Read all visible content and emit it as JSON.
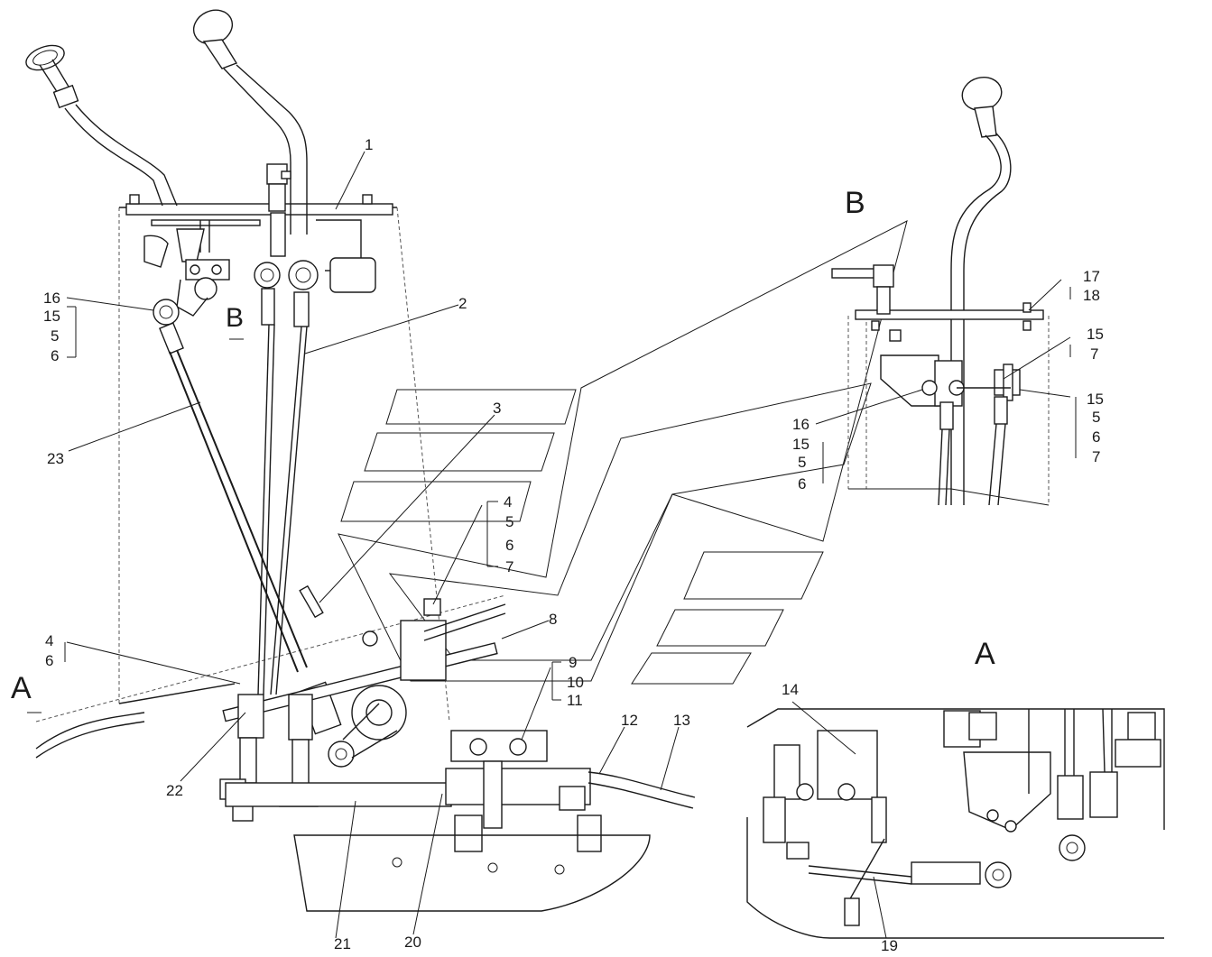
{
  "view_labels": {
    "view_a": "A",
    "view_b": "B"
  },
  "parts": {
    "p1": "1",
    "p2": "2",
    "p3": "3",
    "p4a": "4",
    "p5a": "5",
    "p6a": "6",
    "p7a": "7",
    "p8": "8",
    "p9": "9",
    "p10": "10",
    "p11": "11",
    "p12": "12",
    "p13": "13",
    "p14": "14",
    "p15a": "15",
    "p16a": "16",
    "p5b": "5",
    "p6b": "6",
    "p4b": "4",
    "p6c": "6",
    "p17": "17",
    "p18": "18",
    "p15b": "15",
    "p7b": "7",
    "p15c": "15",
    "p5c": "5",
    "p6d": "6",
    "p7c": "7",
    "p16b": "16",
    "p15d": "15",
    "p5d": "5",
    "p6e": "6",
    "p19": "19",
    "p20": "20",
    "p21": "21",
    "p22": "22",
    "p23": "23"
  }
}
